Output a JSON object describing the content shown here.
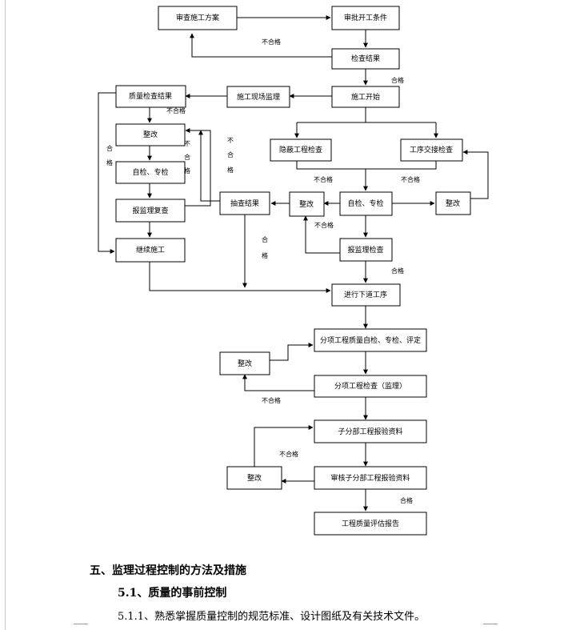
{
  "flowchart": {
    "boxes": {
      "review_plan": "审查施工方案",
      "approve_start": "审批开工条件",
      "inspect_result_top": "检查结果",
      "construction_start": "施工开始",
      "site_supervision": "施工现场监理",
      "quality_inspect_result": "质量检查结果",
      "rectify_left": "整改",
      "self_check_left": "自检、专检",
      "report_supervision_left": "报监理复查",
      "continue_construction": "继续施工",
      "hidden_work_inspect": "隐蔽工程检查",
      "process_handover_inspect": "工序交接检查",
      "spot_check_result": "抽查结果",
      "rectify_mid": "整改",
      "self_check_mid": "自检、专检",
      "rectify_right": "整改",
      "report_supervision_mid": "报监理检查",
      "next_process": "进行下道工序",
      "subitem_quality_check": "分项工程质量自检、专检、评定",
      "rectify_lower1": "整改",
      "subitem_inspect": "分项工程检查（监理）",
      "subdivision_report": "子分部工程报验资料",
      "rectify_lower2": "整改",
      "review_subdivision": "审核子分部工程报验资料",
      "quality_assessment": "工程质量评估报告"
    },
    "labels": {
      "fail": "不合格",
      "pass": "合格",
      "he": "合",
      "ge": "格",
      "bu": "不"
    }
  },
  "document": {
    "section_heading": "五、监理过程控制的方法及措施",
    "subsection_heading": "5.1、质量的事前控制",
    "paragraph": "5.1.1、熟悉掌握质量控制的规范标准、设计图纸及有关技术文件。"
  }
}
